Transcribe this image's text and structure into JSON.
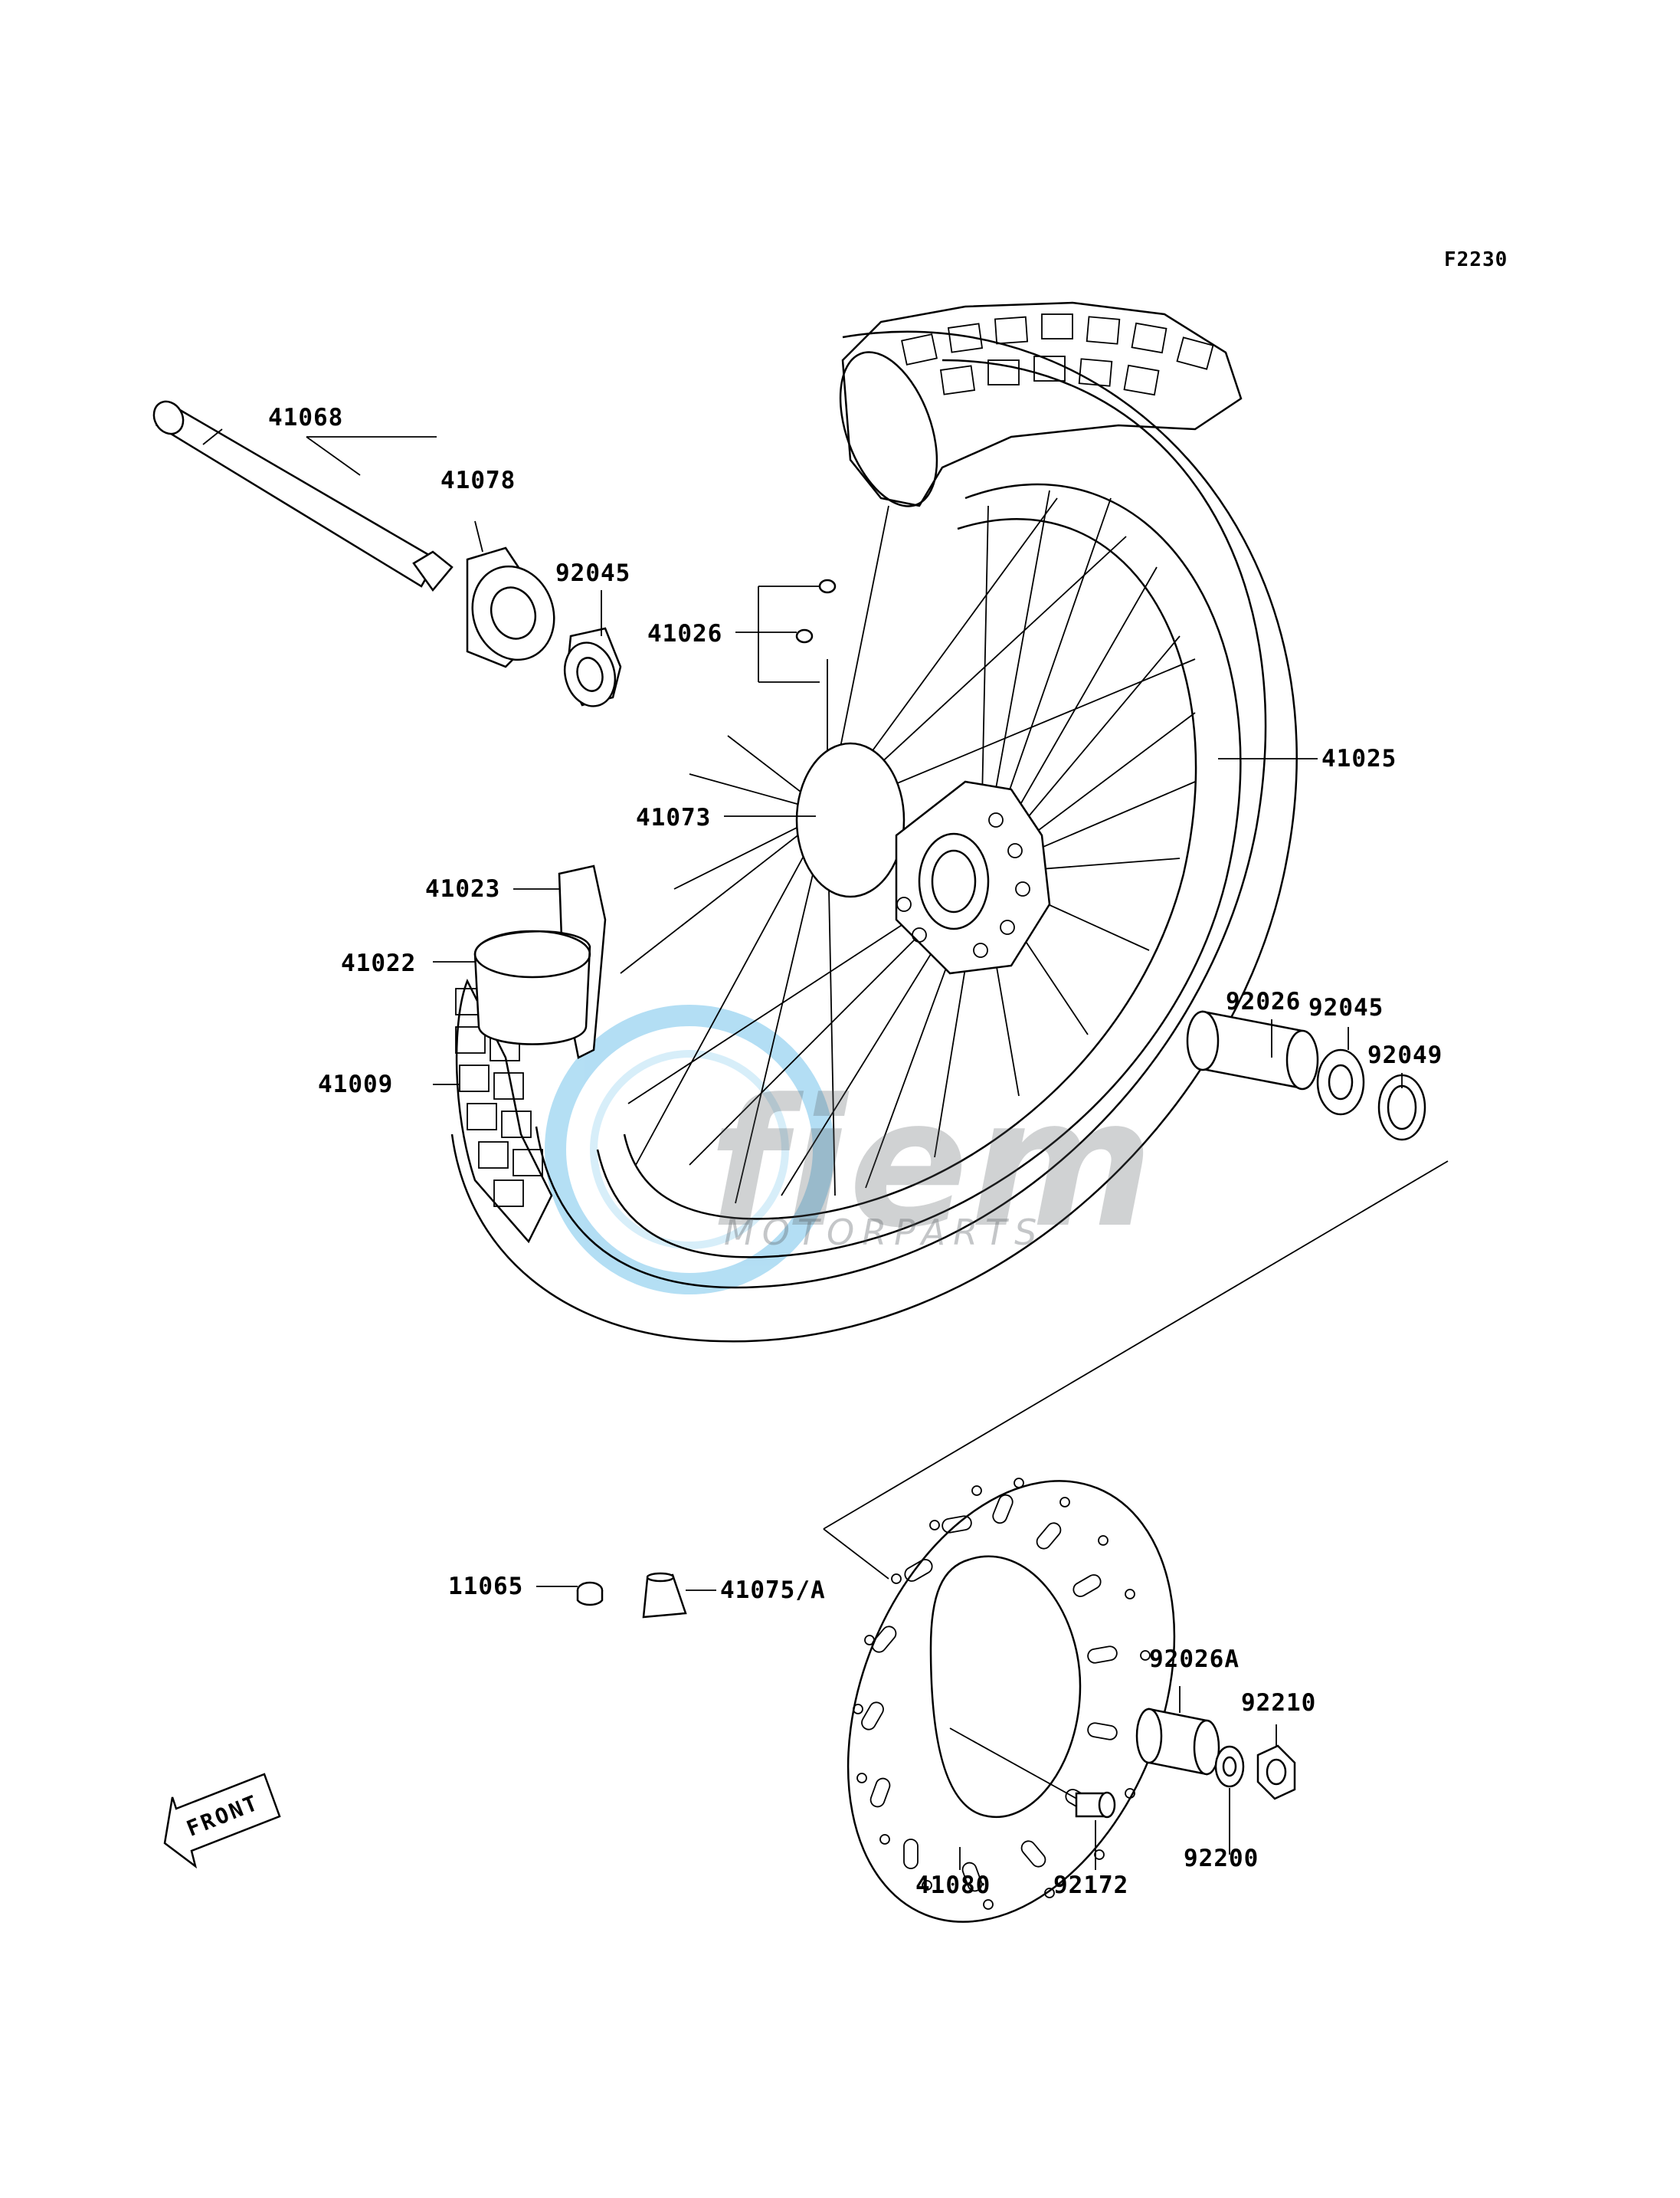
{
  "figure_code": "F2230",
  "watermark": {
    "brand": "fiem",
    "subtitle": "MOTORPARTS"
  },
  "front_arrow_text": "FRONT",
  "parts": {
    "p41068": "41068",
    "p41078": "41078",
    "p92045_a": "92045",
    "p41026": "41026",
    "p41025": "41025",
    "p41073": "41073",
    "p41023": "41023",
    "p41022": "41022",
    "p41009": "41009",
    "p92026": "92026",
    "p92045_b": "92045",
    "p92049": "92049",
    "p11065": "11065",
    "p41075a": "41075/A",
    "p92026a": "92026A",
    "p92210": "92210",
    "p41080": "41080",
    "p92172": "92172",
    "p92200": "92200"
  }
}
